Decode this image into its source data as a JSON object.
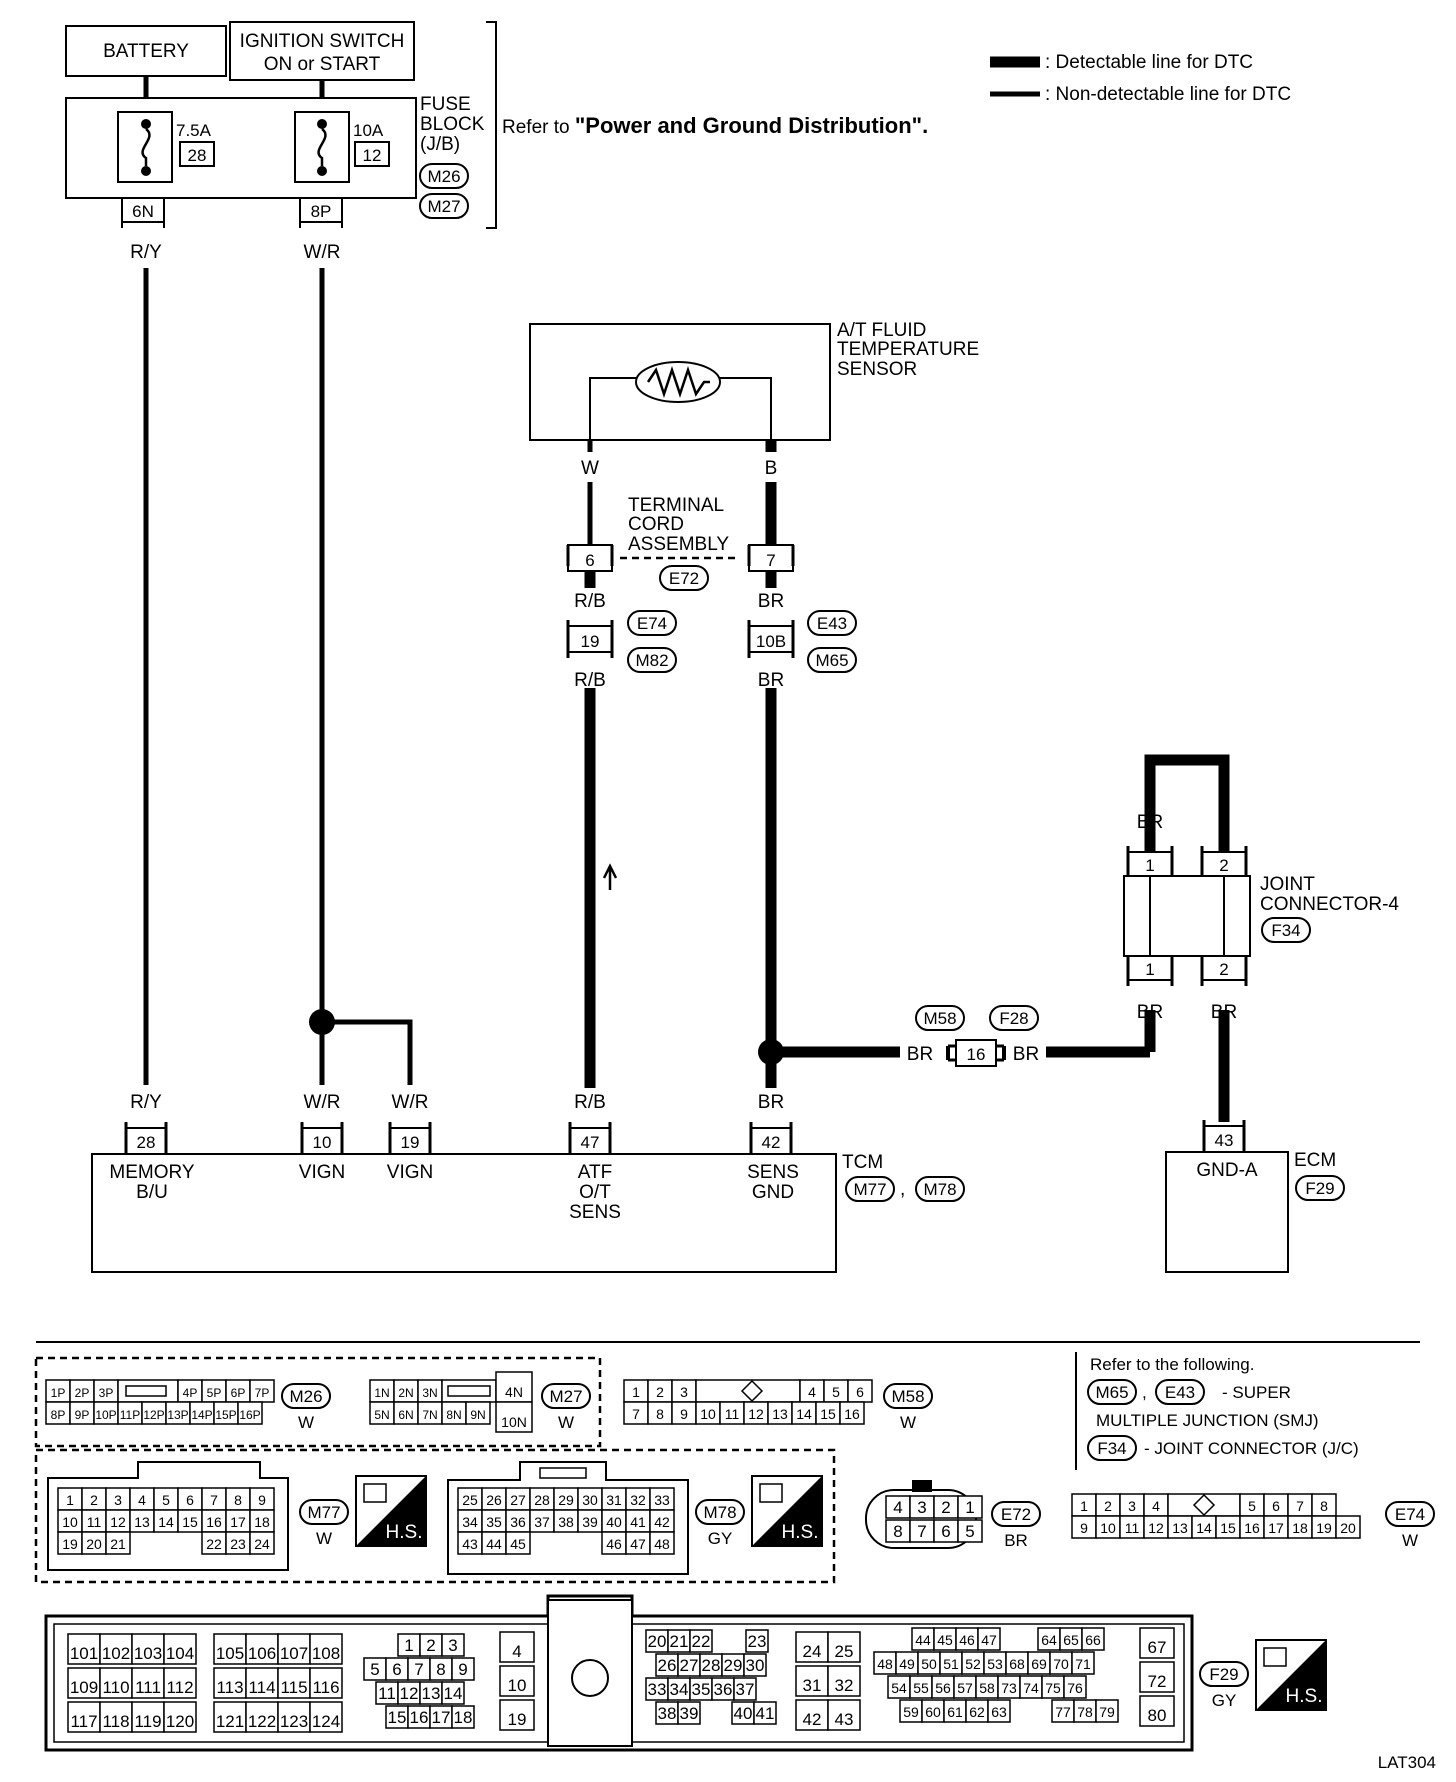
{
  "legend": {
    "detectable": ": Detectable line for DTC",
    "non_detectable": ": Non-detectable line for DTC"
  },
  "power": {
    "battery": "BATTERY",
    "ignition_l1": "IGNITION SWITCH",
    "ignition_l2": "ON or START",
    "fuse_block_l1": "FUSE",
    "fuse_block_l2": "BLOCK",
    "fuse_block_l3": "(J/B)",
    "fuse1_amp": "7.5A",
    "fuse1_no": "28",
    "fuse2_amp": "10A",
    "fuse2_no": "12",
    "conn_a": "M26",
    "conn_b": "M27",
    "term1": "6N",
    "term2": "8P",
    "refer_prefix": "Refer to ",
    "refer_bold": "\"Power and Ground Distribution\"",
    "refer_suffix": "."
  },
  "sensor": {
    "name_l1": "A/T FLUID",
    "name_l2": "TEMPERATURE",
    "name_l3": "SENSOR",
    "wire_left": "W",
    "wire_right": "B"
  },
  "terminal_cord": {
    "l1": "TERMINAL",
    "l2": "CORD",
    "l3": "ASSEMBLY",
    "pin_left": "6",
    "pin_right": "7",
    "conn": "E72"
  },
  "smj": {
    "pin_left": "19",
    "pin_right": "10B",
    "conn_l1": "E74",
    "conn_l2": "M82",
    "conn_r1": "E43",
    "conn_r2": "M65"
  },
  "wires": {
    "ry": "R/Y",
    "wr": "W/R",
    "rb": "R/B",
    "br": "BR"
  },
  "joint": {
    "name_l1": "JOINT",
    "name_l2": "CONNECTOR-4",
    "conn": "F34",
    "pin1": "1",
    "pin2": "2"
  },
  "mid_conn": {
    "c1": "M58",
    "c2": "F28",
    "pin": "16"
  },
  "tcm": {
    "name": "TCM",
    "conn1": "M77",
    "conn2": "M78",
    "sep": ",",
    "pins": [
      "28",
      "10",
      "19",
      "47",
      "42"
    ],
    "labels": [
      [
        "MEMORY",
        "B/U"
      ],
      [
        "VIGN"
      ],
      [
        "VIGN"
      ],
      [
        "ATF",
        "O/T",
        "SENS"
      ],
      [
        "SENS",
        "GND"
      ]
    ]
  },
  "ecm": {
    "name": "ECM",
    "conn": "F29",
    "pin": "43",
    "label": "GND-A"
  },
  "connectors": {
    "m26": {
      "name": "M26",
      "color": "W",
      "row1": [
        "1P",
        "2P",
        "3P",
        "",
        "4P",
        "5P",
        "6P",
        "7P"
      ],
      "row2": [
        "8P",
        "9P",
        "10P",
        "11P",
        "12P",
        "13P",
        "14P",
        "15P",
        "16P"
      ]
    },
    "m27": {
      "name": "M27",
      "color": "W",
      "row1": [
        "1N",
        "2N",
        "3N",
        ""
      ],
      "row2": [
        "5N",
        "6N",
        "7N",
        "8N",
        "9N"
      ],
      "side1": "4N",
      "side2": "10N"
    },
    "m58": {
      "name": "M58",
      "color": "W",
      "row1": [
        "1",
        "2",
        "3",
        "",
        "4",
        "5",
        "6"
      ],
      "row2": [
        "7",
        "8",
        "9",
        "10",
        "11",
        "12",
        "13",
        "14",
        "15",
        "16"
      ]
    },
    "refer": {
      "title": "Refer to the following.",
      "c1": "M65",
      "c2": "E43",
      "t1": "- SUPER",
      "t2": "MULTIPLE JUNCTION (SMJ)",
      "c3": "F34",
      "t3": "- JOINT CONNECTOR (J/C)",
      "sep": ","
    },
    "m77": {
      "name": "M77",
      "color": "W",
      "row1": [
        "1",
        "2",
        "3",
        "4",
        "5",
        "6",
        "7",
        "8",
        "9"
      ],
      "row2": [
        "10",
        "11",
        "12",
        "13",
        "14",
        "15",
        "16",
        "17",
        "18"
      ],
      "row3a": [
        "19",
        "20",
        "21"
      ],
      "row3b": [
        "22",
        "23",
        "24"
      ]
    },
    "m78": {
      "name": "M78",
      "color": "GY",
      "row1": [
        "25",
        "26",
        "27",
        "28",
        "29",
        "30",
        "31",
        "32",
        "33"
      ],
      "row2": [
        "34",
        "35",
        "36",
        "37",
        "38",
        "39",
        "40",
        "41",
        "42"
      ],
      "row3a": [
        "43",
        "44",
        "45"
      ],
      "row3b": [
        "46",
        "47",
        "48"
      ]
    },
    "e72": {
      "name": "E72",
      "color": "BR",
      "row1": [
        "4",
        "3",
        "2",
        "1"
      ],
      "row2": [
        "8",
        "7",
        "6",
        "5"
      ]
    },
    "e74": {
      "name": "E74",
      "color": "W",
      "row1": [
        "1",
        "2",
        "3",
        "4",
        "",
        "5",
        "6",
        "7",
        "8"
      ],
      "row2": [
        "9",
        "10",
        "11",
        "12",
        "13",
        "14",
        "15",
        "16",
        "17",
        "18",
        "19",
        "20"
      ]
    },
    "f29": {
      "name": "F29",
      "color": "GY",
      "g1": [
        [
          "101",
          "102",
          "103",
          "104"
        ],
        [
          "109",
          "110",
          "111",
          "112"
        ],
        [
          "117",
          "118",
          "119",
          "120"
        ]
      ],
      "g2": [
        [
          "105",
          "106",
          "107",
          "108"
        ],
        [
          "113",
          "114",
          "115",
          "116"
        ],
        [
          "121",
          "122",
          "123",
          "124"
        ]
      ],
      "g3": [
        [
          "1",
          "2",
          "3"
        ],
        [
          "5",
          "6",
          "7",
          "8",
          "9"
        ],
        [
          "11",
          "12",
          "13",
          "14"
        ],
        [
          "15",
          "16",
          "17",
          "18"
        ]
      ],
      "g4": [
        "4",
        "10",
        "19"
      ],
      "g5": [
        [
          "20",
          "21",
          "22",
          "23"
        ],
        [
          "26",
          "27",
          "28",
          "29",
          "30"
        ],
        [
          "33",
          "34",
          "35",
          "36",
          "37"
        ],
        [
          "38",
          "39",
          "40",
          "41"
        ]
      ],
      "g6": [
        [
          "24",
          "25"
        ],
        [
          "31",
          "32"
        ],
        [
          "42",
          "43"
        ]
      ],
      "g7": [
        [
          "44",
          "45",
          "46",
          "47",
          "64",
          "65",
          "66"
        ],
        [
          "48",
          "49",
          "50",
          "51",
          "52",
          "53",
          "68",
          "69",
          "70",
          "71"
        ],
        [
          "54",
          "55",
          "56",
          "57",
          "58",
          "73",
          "74",
          "75",
          "76"
        ],
        [
          "59",
          "60",
          "61",
          "62",
          "63",
          "77",
          "78",
          "79"
        ]
      ],
      "g8": [
        "67",
        "72",
        "80"
      ]
    },
    "hs": "H.S."
  },
  "footer_code": "LAT304"
}
